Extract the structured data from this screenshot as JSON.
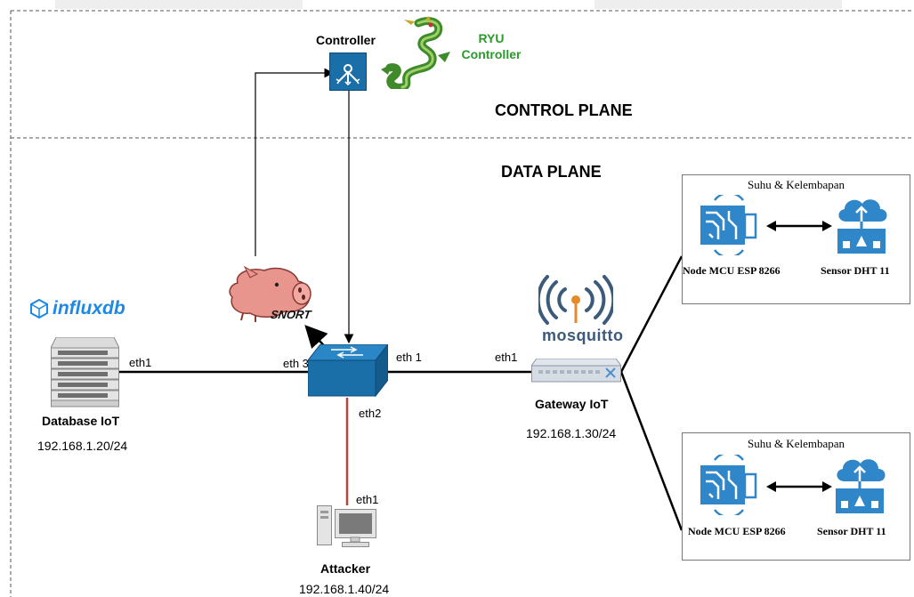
{
  "planes": {
    "control": "CONTROL PLANE",
    "data": "DATA PLANE"
  },
  "controller": {
    "label": "Controller",
    "ryu_line1": "RYU",
    "ryu_line2": "Controller"
  },
  "snort": {
    "logo_text": "SNORT"
  },
  "influx": {
    "logo_text": "influxdb"
  },
  "mosquitto": {
    "logo_text": "mosquitto"
  },
  "devices": {
    "database": {
      "name": "Database IoT",
      "ip": "192.168.1.20/24",
      "port": "eth1"
    },
    "gateway": {
      "name": "Gateway IoT",
      "ip": "192.168.1.30/24",
      "port": "eth1"
    },
    "attacker": {
      "name": "Attacker",
      "ip": "192.168.1.40/24",
      "port": "eth1"
    }
  },
  "switch_ports": {
    "eth3": "eth 3",
    "eth1": "eth 1",
    "eth2": "eth2"
  },
  "sensor_groups": [
    {
      "title": "Suhu & Kelembapan",
      "node": "Node MCU ESP 8266",
      "sensor": "Sensor DHT 11"
    },
    {
      "title": "Suhu & Kelembapan",
      "node": "Node MCU ESP 8266",
      "sensor": "Sensor DHT 11"
    }
  ],
  "colors": {
    "switch_blue": "#1b6fa8",
    "attack_link": "#b5443e",
    "ryu_green": "#2a9b2a",
    "influx_blue": "#1e88e5",
    "cloud_blue": "#2f86c8"
  }
}
